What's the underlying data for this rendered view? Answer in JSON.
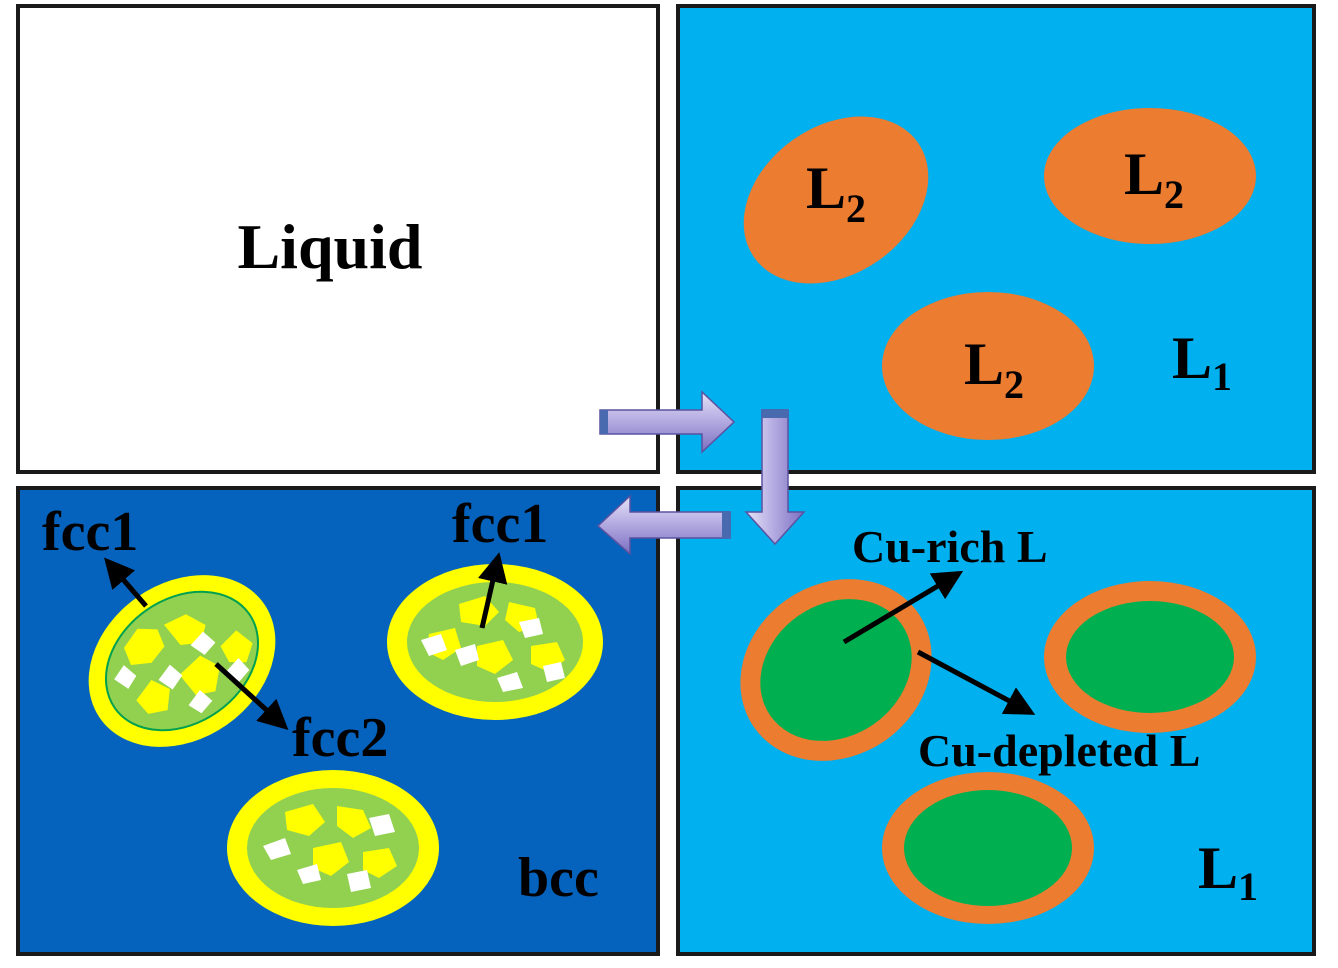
{
  "colors": {
    "liquid_panel": "#ffffff",
    "l1_blue": "#00b0ef",
    "bcc_blue": "#0563bd",
    "l2_orange": "#ec7c30",
    "cu_rich_green": "#00b050",
    "shell_yellow": "#ffff00",
    "matrix_green": "#92d050",
    "fcc2_white": "#ffffff",
    "arrow_purple": "#a99fd6",
    "border": "#1a1a1a"
  },
  "panels": {
    "liquid": {
      "label": "Liquid"
    },
    "separated": {
      "droplet_label": {
        "main": "L",
        "sub": "2"
      },
      "matrix_label": {
        "main": "L",
        "sub": "1"
      }
    },
    "core_shell": {
      "cu_rich_label": "Cu-rich L",
      "cu_depleted_label": "Cu-depleted L",
      "matrix_label": {
        "main": "L",
        "sub": "1"
      }
    },
    "solidified": {
      "fcc1_label": "fcc1",
      "fcc2_label": "fcc2",
      "matrix_label": "bcc"
    }
  },
  "flow_arrows": [
    "right",
    "down",
    "left"
  ]
}
